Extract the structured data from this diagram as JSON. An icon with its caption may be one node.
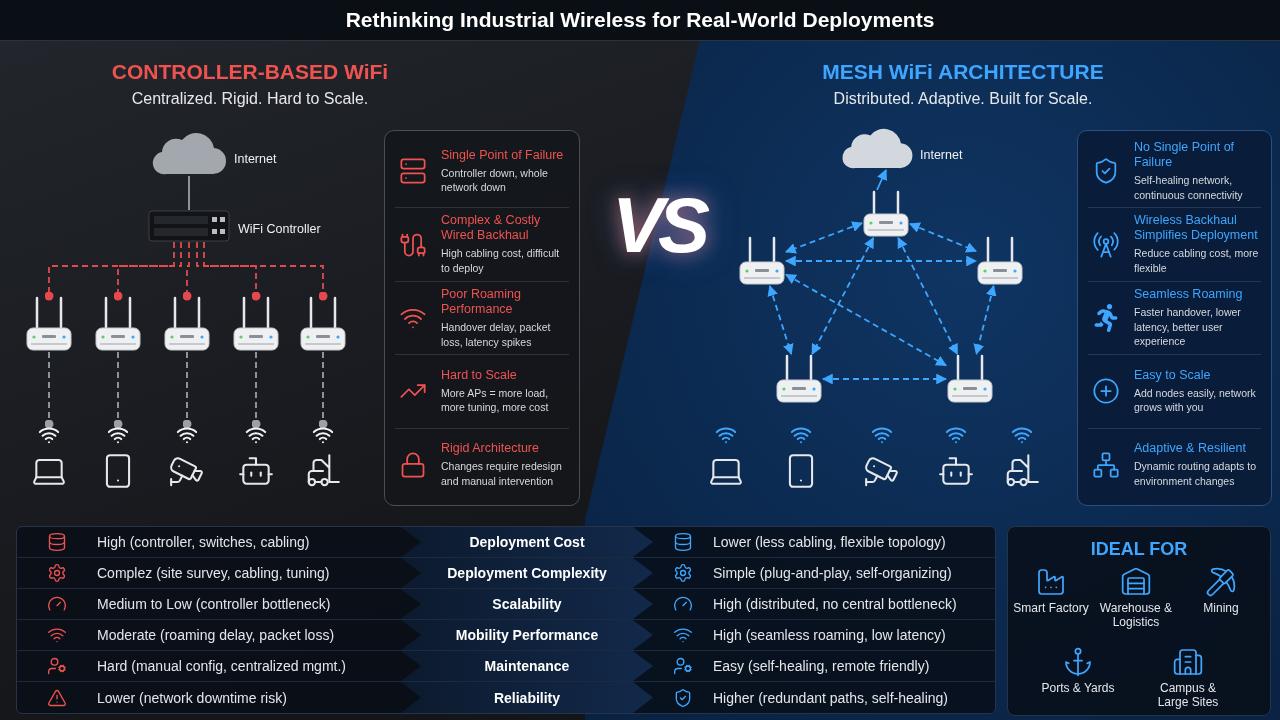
{
  "diagram": {
    "title": "Rethinking Industrial Wireless for Real-World Deployments",
    "nodes": [
      {
        "text": [],
        "shape": "cloud",
        "beside": [
          "Internet"
        ]
      },
      {
        "text": [],
        "shape": "picture",
        "beside": [
          "WiFi Controller"
        ]
      },
      {
        "text": [],
        "shape": "picture"
      },
      {
        "text": [],
        "shape": "picture"
      },
      {
        "text": [],
        "shape": "picture"
      },
      {
        "text": [],
        "shape": "picture"
      },
      {
        "text": [],
        "shape": "picture"
      },
      {
        "text": [],
        "shape": "picture"
      },
      {
        "text": [],
        "shape": "picture"
      },
      {
        "text": [],
        "shape": "picture"
      },
      {
        "text": [],
        "shape": "picture"
      },
      {
        "text": [],
        "shape": "picture"
      },
      {
        "text": [],
        "shape": "cloud",
        "beside": [
          "Internet"
        ]
      },
      {
        "text": [],
        "shape": "picture"
      },
      {
        "text": [],
        "shape": "picture"
      },
      {
        "text": [],
        "shape": "picture"
      },
      {
        "text": [],
        "shape": "picture"
      },
      {
        "text": [],
        "shape": "picture"
      },
      {
        "text": [],
        "shape": "picture"
      },
      {
        "text": [],
        "shape": "picture"
      },
      {
        "text": [],
        "shape": "picture"
      },
      {
        "text": [],
        "shape": "picture"
      },
      {
        "text": [],
        "shape": "picture"
      },
      {
        "text": [],
        "shape": "box"
      },
      {
        "text": [
          "Single Point of Failure",
          "Controller down, whole network down"
        ],
        "in": 23
      },
      {
        "text": [
          "Complex & Costly Wired Backhaul",
          "High cabling cost, difficult to deploy"
        ],
        "in": 23
      },
      {
        "text": [
          "Poor Roaming Performance",
          "Handover delay, packet loss, latency spikes"
        ],
        "in": 23
      },
      {
        "text": [
          "Hard to Scale",
          "More APs = more load, more tuning, more cost"
        ],
        "in": 23
      },
      {
        "text": [
          "Rigid Architecture",
          "Changes require redesign and manual intervention"
        ],
        "in": 23
      },
      {
        "text": [],
        "shape": "box"
      },
      {
        "text": [
          "No Single Point of Failure",
          "Self-healing network, continuous connectivity"
        ],
        "in": 29
      },
      {
        "text": [
          "Wireless Backhaul Simplifies Deployment",
          "Reduce cabling cost, more flexible"
        ],
        "in": 29
      },
      {
        "text": [
          "Seamless Roaming",
          "Faster handover, lower latency, better user experience"
        ],
        "in": 29
      },
      {
        "text": [
          "Easy to Scale",
          "Add nodes easily, network grows with you"
        ],
        "in": 29
      },
      {
        "text": [
          "Adaptive & Resilient",
          "Dynamic routing adapts to environment changes"
        ],
        "in": 29
      }
    ],
    "edges": [
      {
        "from": 0,
        "to": 1,
        "arrow": "none",
        "color": "#9aa0a6"
      },
      {
        "from": 1,
        "to": 2,
        "arrow": "other",
        "style": "dashed",
        "color": "#e5484d"
      },
      {
        "from": 1,
        "to": 3,
        "arrow": "other",
        "style": "dashed",
        "color": "#e5484d"
      },
      {
        "from": 1,
        "to": 4,
        "arrow": "other",
        "style": "dashed",
        "color": "#e5484d"
      },
      {
        "from": 1,
        "to": 5,
        "arrow": "other",
        "style": "dashed",
        "color": "#e5484d"
      },
      {
        "from": 1,
        "to": 6,
        "arrow": "other",
        "style": "dashed",
        "color": "#e5484d"
      },
      {
        "from": 2,
        "to": 7,
        "arrow": "other",
        "style": "dashed",
        "color": "#9aa0a6"
      },
      {
        "from": 3,
        "to": 8,
        "arrow": "other",
        "style": "dashed",
        "color": "#9aa0a6"
      },
      {
        "from": 4,
        "to": 9,
        "arrow": "other",
        "style": "dashed",
        "color": "#9aa0a6"
      },
      {
        "from": 5,
        "to": 10,
        "arrow": "other",
        "style": "dashed",
        "color": "#9aa0a6"
      },
      {
        "from": 6,
        "to": 11,
        "arrow": "other",
        "style": "dashed",
        "color": "#9aa0a6"
      },
      {
        "from": 13,
        "to": 12,
        "arrow": "to"
      },
      {
        "from": 13,
        "to": 14,
        "arrow": "both",
        "style": "dashed"
      },
      {
        "from": 13,
        "to": 15,
        "arrow": "both",
        "style": "dashed"
      },
      {
        "from": 14,
        "to": 15,
        "arrow": "both",
        "style": "dashed"
      },
      {
        "from": 13,
        "to": 16,
        "arrow": "both",
        "style": "dashed"
      },
      {
        "from": 13,
        "to": 17,
        "arrow": "both",
        "style": "dashed"
      },
      {
        "from": 14,
        "to": 16,
        "arrow": "both",
        "style": "dashed"
      },
      {
        "from": 14,
        "to": 17,
        "arrow": "both",
        "style": "dashed"
      },
      {
        "from": 15,
        "to": 17,
        "arrow": "both",
        "style": "dashed"
      },
      {
        "from": 16,
        "to": 17,
        "arrow": "both",
        "style": "dashed"
      }
    ],
    "labels": [
      "CONTROLLER-BASED WiFi",
      "Centralized. Rigid. Hard to Scale.",
      "VS",
      "MESH WiFi ARCHITECTURE",
      "Distributed. Adaptive. Built for Scale.",
      "High (controller, switches, cabling)",
      "Deployment Cost",
      "Lower (less cabling, flexible topology)",
      "Complez (site survey, cabling, tuning)",
      "Deployment Complexity",
      "Simple (plug-and-play, self-organizing)",
      "Medium to Low (controller bottleneck)",
      "Scalability",
      "High (distributed, no central bottleneck)",
      "Moderate (roaming delay, packet loss)",
      "Mobility Performance",
      "High (seamless roaming, low latency)",
      "Hard (manual config, centralized mgmt.)",
      "Maintenance",
      "Easy (self-healing, remote friendly)",
      "Lower (network downtime risk)",
      "Reliability",
      "Higher (redundant paths, self-healing)",
      "IDEAL FOR",
      "Smart Factory",
      "Warehouse & Logistics",
      "Mining",
      "Ports & Yards",
      "Campus & Large Sites"
    ]
  }
}
